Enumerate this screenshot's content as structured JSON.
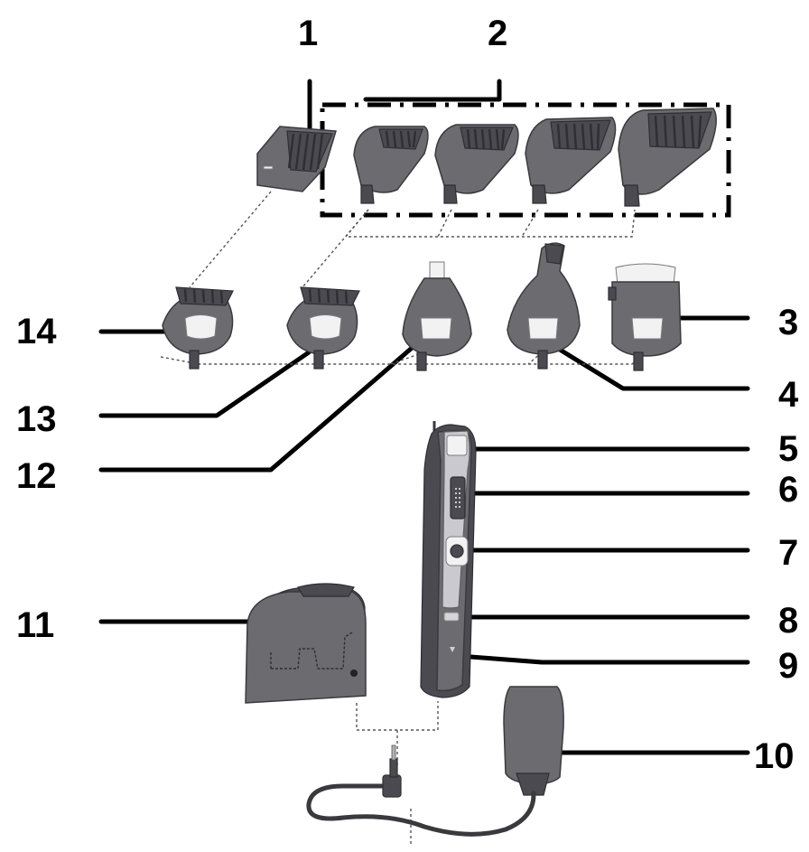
{
  "labels": {
    "l1": "1",
    "l2": "2",
    "l3": "3",
    "l4": "4",
    "l5": "5",
    "l6": "6",
    "l7": "7",
    "l8": "8",
    "l9": "9",
    "l10": "10",
    "l11": "11",
    "l12": "12",
    "l13": "13",
    "l14": "14"
  },
  "colors": {
    "body": "#6b6b70",
    "dark": "#4a4a50",
    "panel": "#c9c9cf",
    "line": "#000000"
  }
}
